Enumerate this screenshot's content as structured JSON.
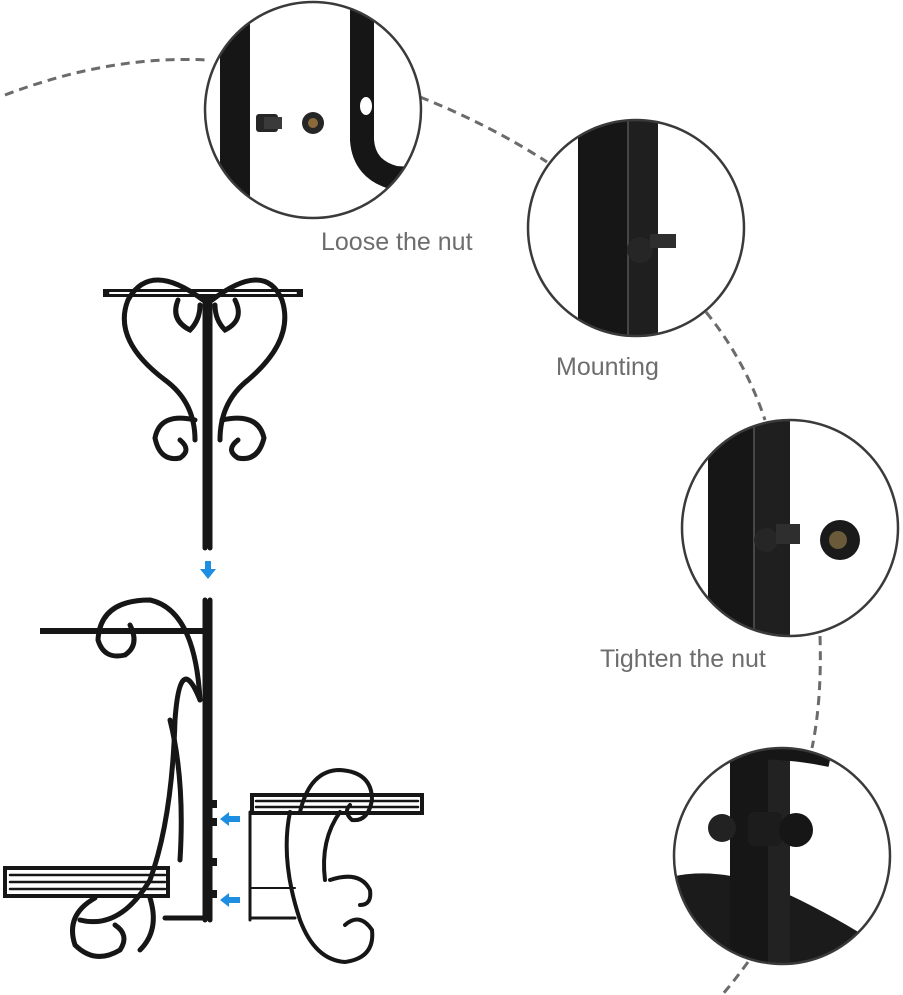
{
  "captions": {
    "loose": "Loose the nut",
    "mounting": "Mounting",
    "tighten": "Tighten the nut"
  },
  "colors": {
    "metal": "#161616",
    "arrow": "#1e8fe0",
    "dash": "#6b6b6b",
    "caption": "#6d6d6d",
    "circle_border": "#3a3a3a"
  },
  "icons": [
    "down-arrow-icon",
    "left-arrow-icon"
  ]
}
